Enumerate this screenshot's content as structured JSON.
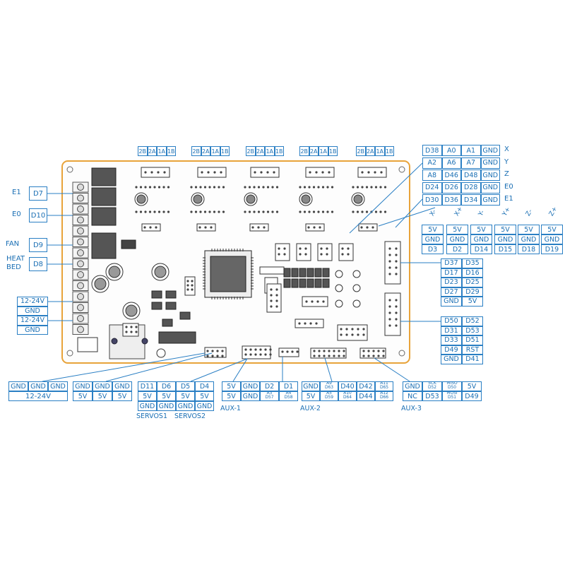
{
  "colors": {
    "pcb_outline": "#e8a33a",
    "label_blue": "#1a6fb4",
    "line_blue": "#2a7fc4"
  },
  "stepper_header": [
    "2B",
    "2A",
    "1A",
    "1B"
  ],
  "endstop_axes": [
    "X-",
    "X+",
    "Y-",
    "Y+",
    "Z-",
    "Z+"
  ],
  "endstop_rows": [
    [
      "5V",
      "5V",
      "5V",
      "5V",
      "5V",
      "5V"
    ],
    [
      "GND",
      "GND",
      "GND",
      "GND",
      "GND",
      "GND"
    ],
    [
      "D3",
      "D2",
      "D14",
      "D15",
      "D18",
      "D19"
    ]
  ],
  "stepper_pins": [
    {
      "cells": [
        "D38",
        "A0",
        "A1",
        "GND"
      ],
      "label": "X"
    },
    {
      "cells": [
        "A2",
        "A6",
        "A7",
        "GND"
      ],
      "label": "Y"
    },
    {
      "cells": [
        "A8",
        "D46",
        "D48",
        "GND"
      ],
      "label": "Z"
    },
    {
      "cells": [
        "D24",
        "D26",
        "D28",
        "GND"
      ],
      "label": "E0"
    },
    {
      "cells": [
        "D30",
        "D36",
        "D34",
        "GND"
      ],
      "label": "E1"
    }
  ],
  "left_outputs": [
    {
      "label": "E1",
      "pin": "D7"
    },
    {
      "label": "E0",
      "pin": "D10"
    },
    {
      "label": "FAN",
      "pin": "D9"
    },
    {
      "label": "HEAT BED",
      "pin": "D8"
    }
  ],
  "power_in": [
    "12-24V",
    "GND",
    "12-24V",
    "GND"
  ],
  "exp1": [
    [
      "D37",
      "D35"
    ],
    [
      "D17",
      "D16"
    ],
    [
      "D23",
      "D25"
    ],
    [
      "D27",
      "D29"
    ],
    [
      "GND",
      "5V"
    ]
  ],
  "exp2": [
    [
      "D50",
      "D52"
    ],
    [
      "D31",
      "D53"
    ],
    [
      "D33",
      "D51"
    ],
    [
      "D49",
      "RST"
    ],
    [
      "GND",
      "D41"
    ]
  ],
  "bottom_power": {
    "cells": [
      "GND",
      "GND",
      "GND"
    ],
    "label": "12-24V"
  },
  "servo_power": [
    [
      "GND",
      "GND",
      "GND"
    ],
    [
      "5V",
      "5V",
      "5V"
    ]
  ],
  "servos": {
    "cells": [
      [
        "D11",
        "D6",
        "D5",
        "D4"
      ],
      [
        "5V",
        "5V",
        "5V",
        "5V"
      ],
      [
        "GND",
        "GND",
        "GND",
        "GND"
      ]
    ],
    "label1": "SERVOS1",
    "label2": "SERVOS2"
  },
  "aux1": {
    "cells": [
      [
        "5V",
        "GND",
        "D2",
        "D1"
      ],
      [
        "5V",
        "GND",
        "A3\nD57",
        "A4\nD58"
      ]
    ],
    "label": "AUX-1"
  },
  "aux2": {
    "cells": [
      [
        "GND",
        "A9\nD63",
        "D40",
        "D42",
        "A11\nD65"
      ],
      [
        "5V",
        "A5\nD59",
        "A10\nD64",
        "D44",
        "A12\nD66"
      ]
    ],
    "label": "AUX-2"
  },
  "aux3": {
    "cells": [
      [
        "GND",
        "SCK\nD52",
        "MISO\nD50",
        "5V"
      ],
      [
        "NC",
        "D53",
        "MOSI\nD51",
        "D49"
      ]
    ],
    "label": "AUX-3"
  }
}
